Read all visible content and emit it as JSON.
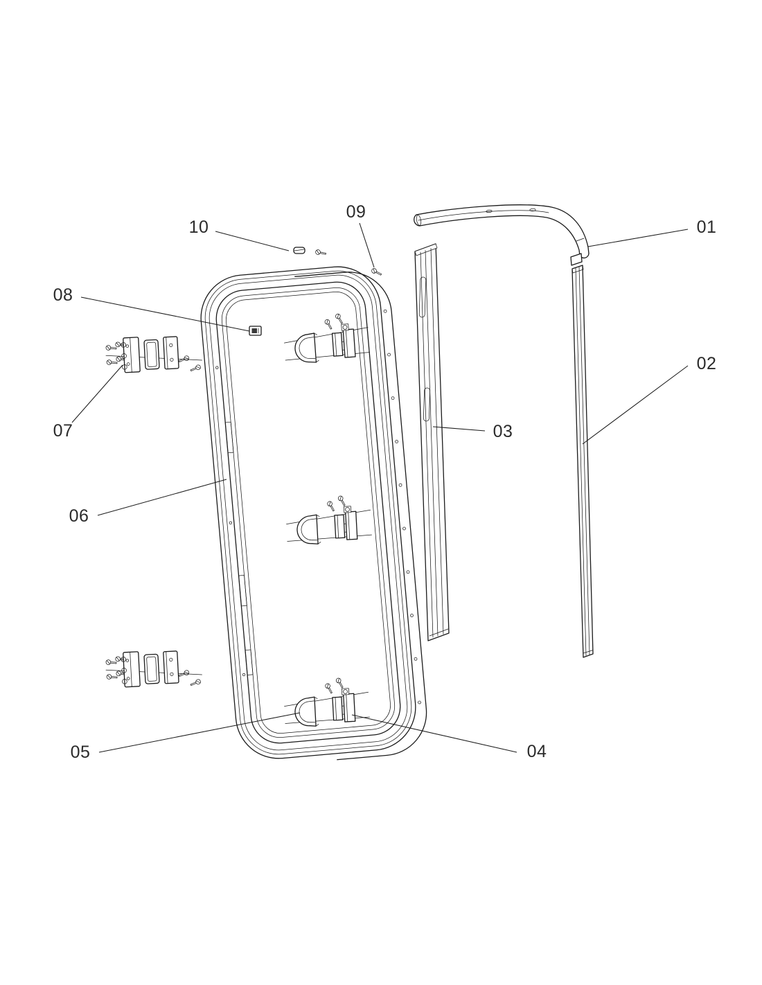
{
  "diagram": {
    "background": "#ffffff",
    "line_color": "#1a1a1a",
    "label_color": "#2b2b2b"
  },
  "labels": [
    {
      "label": "01"
    },
    {
      "label": "02"
    },
    {
      "label": "03"
    },
    {
      "label": "04"
    },
    {
      "label": "05"
    },
    {
      "label": "06"
    },
    {
      "label": "07"
    },
    {
      "label": "08"
    },
    {
      "label": "09"
    },
    {
      "label": "10"
    }
  ]
}
